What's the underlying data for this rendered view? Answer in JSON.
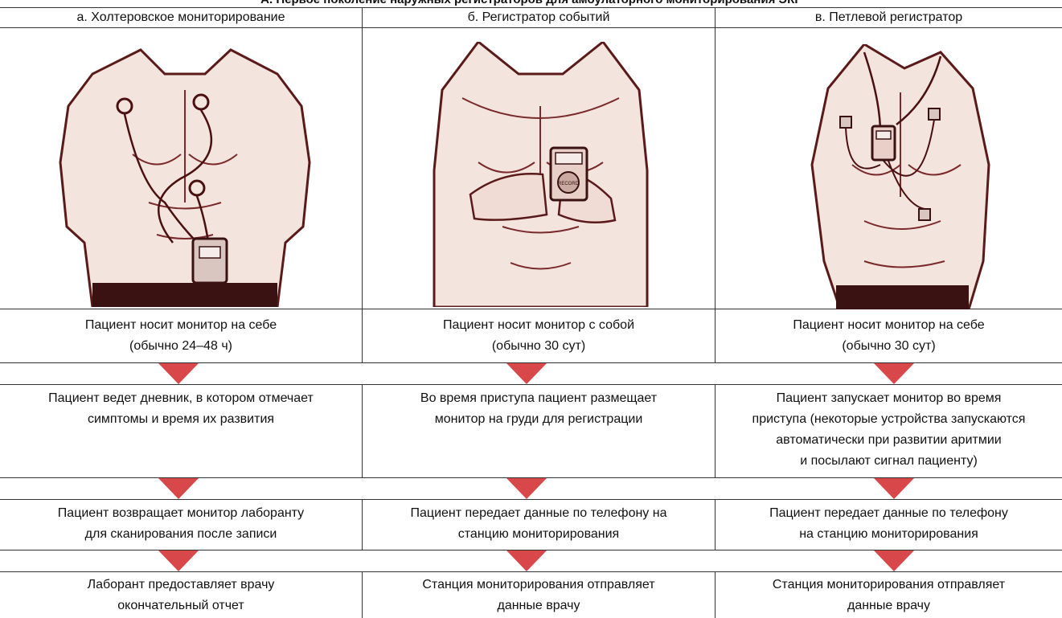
{
  "title": "А. Первое поколение наружных регистраторов для амбулаторного мониторирования ЭКГ",
  "columns": [
    {
      "header": "а. Холтеровское мониторирование",
      "image": "holter-monitor-illustration",
      "wear": [
        "Пациент носит монитор на себе",
        "(обычно 24–48 ч)"
      ],
      "step1": [
        "Пациент ведет дневник, в котором отмечает",
        "симптомы и время их развития"
      ],
      "step2": [
        "Пациент возвращает монитор лаборанту",
        "для сканирования после записи"
      ],
      "step3": [
        "Лаборант предоставляет врачу",
        "окончательный отчет"
      ]
    },
    {
      "header": "б. Регистратор событий",
      "image": "event-recorder-illustration",
      "device_label": "RECORD",
      "wear": [
        "Пациент носит монитор с собой",
        "(обычно 30 сут)"
      ],
      "step1": [
        "Во время приступа пациент размещает",
        "монитор на груди для регистрации"
      ],
      "step2": [
        "Пациент передает данные по телефону на",
        "станцию мониторирования"
      ],
      "step3": [
        "Станция мониторирования отправляет",
        "данные врачу"
      ]
    },
    {
      "header": "в. Петлевой регистратор",
      "image": "loop-recorder-illustration",
      "wear": [
        "Пациент носит монитор на себе",
        "(обычно 30 сут)"
      ],
      "step1": [
        "Пациент запускает монитор во время",
        "приступа (некоторые устройства запускаются",
        "автоматически при развитии аритмии",
        "и посылают сигнал пациенту)"
      ],
      "step2": [
        "Пациент передает данные по телефону",
        "на станцию мониторирования"
      ],
      "step3": [
        "Станция мониторирования отправляет",
        "данные врачу"
      ]
    }
  ],
  "colors": {
    "arrow": "#d8474a",
    "ink": "#5a1a1a",
    "skin": "#f3e4de",
    "line": "#333333"
  }
}
